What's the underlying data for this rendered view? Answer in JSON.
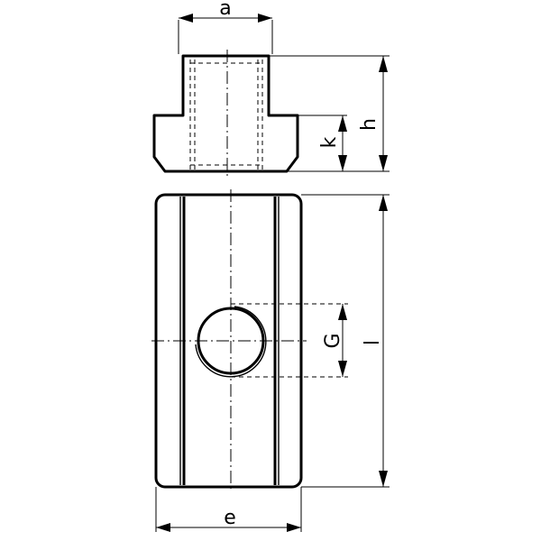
{
  "labels": {
    "a": "a",
    "h": "h",
    "k": "k",
    "G": "G",
    "l": "l",
    "e": "e"
  }
}
